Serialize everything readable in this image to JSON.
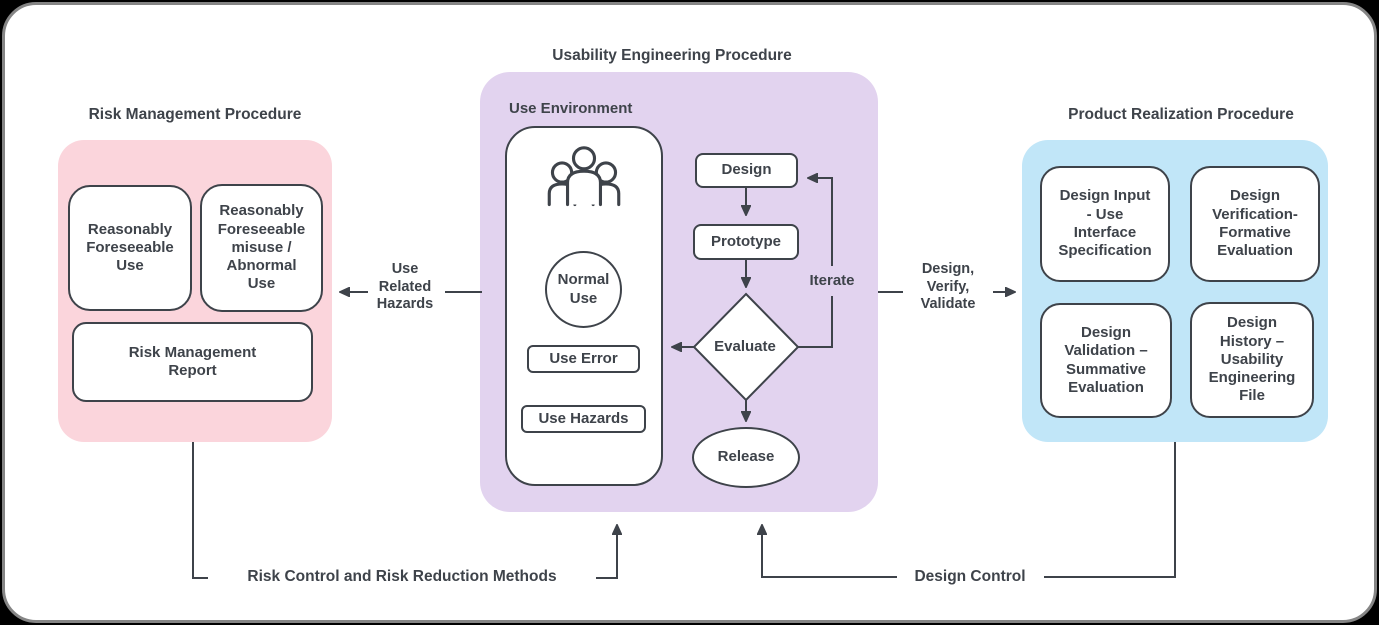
{
  "colors": {
    "pink": "#FBD5DC",
    "purple": "#E2D3EF",
    "blue": "#C1E6F8",
    "ink": "#3E434A",
    "frame_border": "#858585",
    "background": "#000000"
  },
  "risk_management": {
    "title": "Risk Management Procedure",
    "foreseeable_use": "Reasonably\nForeseeable\nUse",
    "foreseeable_misuse": "Reasonably\nForeseeable\nmisuse /\nAbnormal\nUse",
    "report": "Risk Management\nReport"
  },
  "usability": {
    "title": "Usability Engineering Procedure",
    "use_environment": {
      "label": "Use Environment",
      "people_icon": "three-users-icon",
      "normal_use": "Normal\nUse",
      "use_error": "Use Error",
      "use_hazards": "Use Hazards"
    },
    "flow": {
      "design": "Design",
      "prototype": "Prototype",
      "evaluate": "Evaluate",
      "release": "Release",
      "iterate": "Iterate"
    }
  },
  "product_realization": {
    "title": "Product Realization Procedure",
    "design_input": "Design Input\n- Use\nInterface\nSpecification",
    "design_verification": "Design\nVerification-\nFormative\nEvaluation",
    "design_validation": "Design\nValidation –\nSummative\nEvaluation",
    "design_history": "Design\nHistory –\nUsability\nEngineering\nFile"
  },
  "connectors": {
    "use_related_hazards": "Use\nRelated\nHazards",
    "design_verify_validate": "Design,\nVerify,\nValidate",
    "risk_control": "Risk Control and Risk Reduction Methods",
    "design_control": "Design Control"
  }
}
